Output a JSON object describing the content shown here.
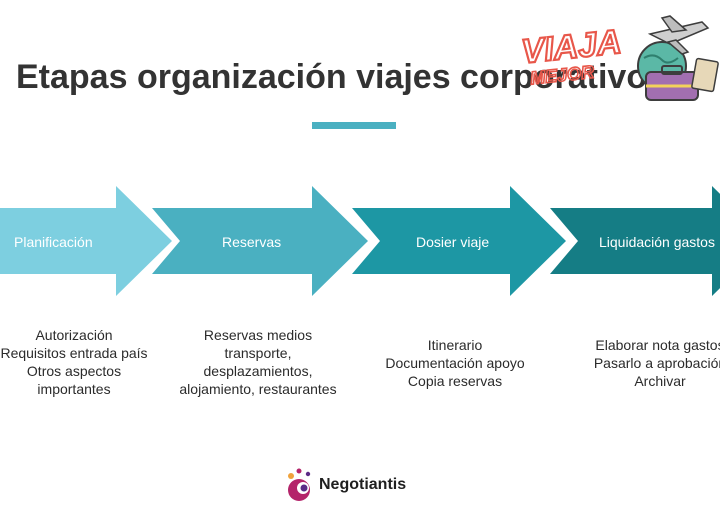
{
  "title": "Etapas organización viajes corporativos",
  "stamp": {
    "line1": "VIAJA",
    "line2": "MEJOR",
    "colors": {
      "red": "#e8574a",
      "globe": "#5bb8a6",
      "bag": "#a26fb0",
      "plane": "#cfcfcf"
    }
  },
  "colors": {
    "accent": "#4ab0c1",
    "arrow_text": "#ffffff",
    "text": "#2b2b2b"
  },
  "steps": [
    {
      "label": "Planificación",
      "color": "#7dcfe0",
      "items": [
        "Autorización",
        "Requisitos entrada país",
        "Otros aspectos",
        "importantes"
      ]
    },
    {
      "label": "Reservas",
      "color": "#4ab0c1",
      "items": [
        "Reservas medios",
        "transporte,",
        "desplazamientos,",
        "alojamiento, restaurantes"
      ]
    },
    {
      "label": "Dosier viaje",
      "color": "#1d97a4",
      "items": [
        "Itinerario",
        "Documentación apoyo",
        "Copia reservas"
      ]
    },
    {
      "label": "Liquidación gastos",
      "color": "#157d85",
      "items": [
        "Elaborar nota gastos",
        "Pasarlo a aprobación",
        "Archivar"
      ]
    }
  ],
  "brand": {
    "name": "Negotiantis",
    "colors": {
      "magenta": "#b4246a",
      "purple": "#5b2a86",
      "orange": "#f0a23b"
    }
  }
}
